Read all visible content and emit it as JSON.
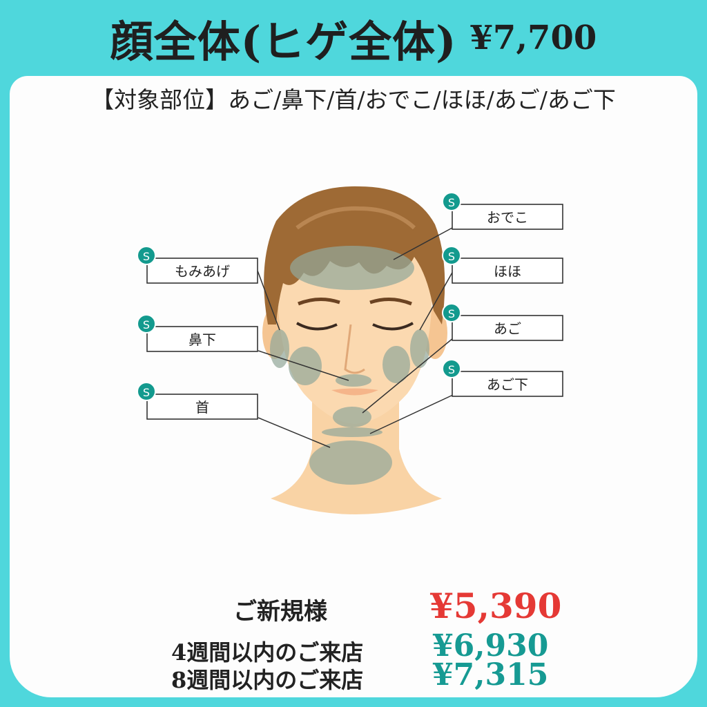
{
  "header": {
    "title": "顔全体(ヒゲ全体)",
    "price": "¥7,700"
  },
  "target_areas_line": "【対象部位】あご/鼻下/首/おでこ/ほほ/あご/あご下",
  "diagram": {
    "badge": "S",
    "labels": {
      "forehead": "おでこ",
      "sideburns": "もみあげ",
      "cheek": "ほほ",
      "under_nose": "鼻下",
      "chin": "あご",
      "neck": "首",
      "under_chin": "あご下"
    },
    "colors": {
      "badge": "#139a8e",
      "zone": "#93a79a",
      "skin": "#f9d3a5",
      "hair": "#9e6a35"
    }
  },
  "pricing": {
    "new_customer": {
      "label": "ご新規様",
      "price": "¥5,390",
      "color": "#e53935"
    },
    "within_4_weeks": {
      "label": "4週間以内のご来店",
      "price": "¥6,930",
      "color": "#169a93"
    },
    "within_8_weeks": {
      "label": "8週間以内のご来店",
      "price": "¥7,315",
      "color": "#169a93"
    }
  }
}
